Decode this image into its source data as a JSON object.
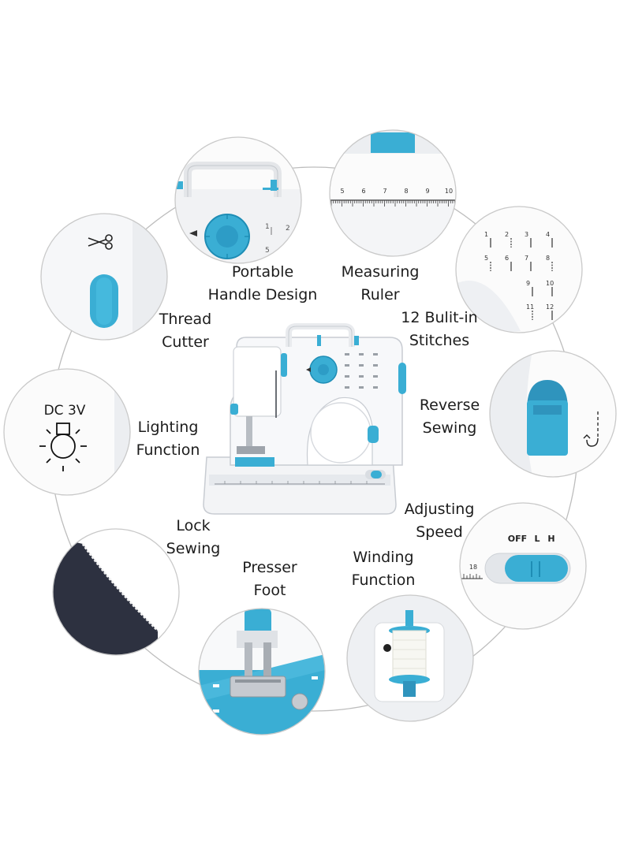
{
  "features": [
    {
      "id": "portable-handle",
      "lines": [
        "Portable",
        "Handle Design"
      ]
    },
    {
      "id": "measuring-ruler",
      "lines": [
        "Measuring",
        "Ruler"
      ]
    },
    {
      "id": "stitches",
      "lines": [
        "12 Bulit-in",
        "Stitches"
      ]
    },
    {
      "id": "thread-cutter",
      "lines": [
        "Thread",
        "Cutter"
      ]
    },
    {
      "id": "reverse-sewing",
      "lines": [
        "Reverse",
        "Sewing"
      ]
    },
    {
      "id": "lighting",
      "lines": [
        "Lighting",
        "Function"
      ]
    },
    {
      "id": "adjusting-speed",
      "lines": [
        "Adjusting",
        "Speed"
      ]
    },
    {
      "id": "lock-sewing",
      "lines": [
        "Lock",
        "Sewing"
      ]
    },
    {
      "id": "presser-foot",
      "lines": [
        "Presser",
        "Foot"
      ]
    },
    {
      "id": "winding",
      "lines": [
        "Winding",
        "Function"
      ]
    }
  ],
  "insets": {
    "lighting_text": "DC 3V",
    "speed_switch": {
      "off": "OFF",
      "low": "L",
      "high": "H",
      "scale_value": "18"
    },
    "ruler_numbers": [
      "5",
      "6",
      "7",
      "8",
      "9",
      "10"
    ],
    "stitch_numbers": [
      "1",
      "2",
      "3",
      "4",
      "5",
      "6",
      "7",
      "8",
      "9",
      "10",
      "11",
      "12"
    ],
    "handle_dial_numbers": [
      "1",
      "2",
      "5"
    ]
  },
  "colors": {
    "accent": "#3aaed4",
    "accent_dark": "#1e8db5",
    "circle_border": "#c9c9c9",
    "fabric": "#2d3140"
  }
}
